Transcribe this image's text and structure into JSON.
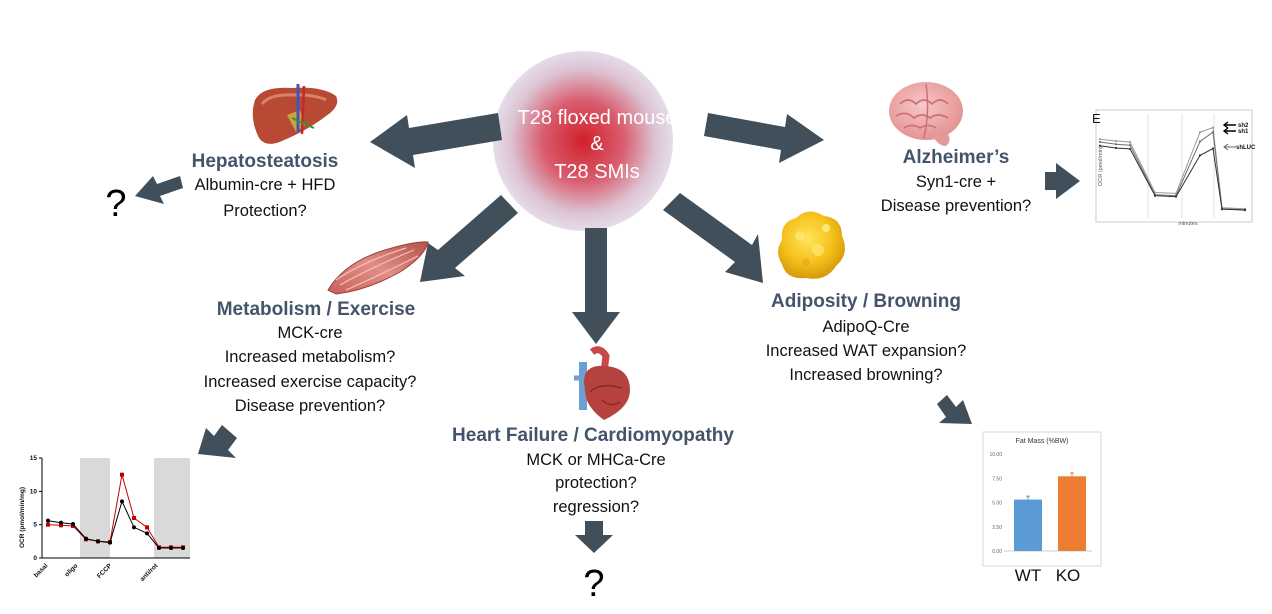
{
  "center": {
    "line1": "T28 floxed mouse",
    "line2": "&",
    "line3": "T28 SMIs"
  },
  "nodes": {
    "hepato": {
      "title": "Hepatosteatosis",
      "lines": [
        "Albumin-cre + HFD",
        "Protection?"
      ],
      "outcome": "?"
    },
    "alz": {
      "title": "Alzheimer’s",
      "lines": [
        "Syn1-cre +",
        "Disease prevention?"
      ]
    },
    "metab": {
      "title": "Metabolism / Exercise",
      "lines": [
        "MCK-cre",
        "Increased metabolism?",
        "Increased exercise capacity?",
        "Disease prevention?"
      ]
    },
    "heart": {
      "title": "Heart Failure / Cardiomyopathy",
      "lines": [
        "MCK or MHCa-Cre",
        "protection?",
        "regression?"
      ],
      "outcome": "?"
    },
    "adipo": {
      "title": "Adiposity / Browning",
      "lines": [
        "AdipoQ-Cre",
        "Increased WAT expansion?",
        "Increased browning?"
      ]
    }
  },
  "colors": {
    "arrow": "#404f5a",
    "title": "#44546a",
    "center_core": "#d1202a",
    "center_edge": "#e8e0ec",
    "wt_bar": "#5b9bd5",
    "ko_bar": "#ed7d31"
  },
  "icons": [
    "liver-icon",
    "brain-icon",
    "muscle-icon",
    "heart-icon",
    "fat-tissue-icon"
  ],
  "chart_data": [
    {
      "type": "bar",
      "title": "Fat Mass (%BW)",
      "categories": [
        "WT",
        "KO"
      ],
      "values": [
        5.3,
        7.7
      ],
      "errors": [
        0.35,
        0.35
      ],
      "ylim": [
        0,
        10
      ],
      "yticks": [
        "10.00",
        "7.50",
        "5.00",
        "2.50",
        "0.00"
      ],
      "xlabel": "",
      "ylabel": ""
    },
    {
      "type": "line",
      "panel_label": "E",
      "ylabel": "OCR (pmol/min)",
      "xlabel": "minutes",
      "legend": [
        "sh2",
        "sh1",
        "shLUC"
      ],
      "series": [
        {
          "name": "sh2",
          "values": [
            17,
            16.6,
            16.4,
            5.5,
            5.3,
            18.5,
            19.5,
            2.2,
            2.0
          ]
        },
        {
          "name": "sh1",
          "values": [
            16.4,
            15.9,
            15.7,
            5.0,
            4.8,
            16.5,
            18.5,
            2.0,
            1.8
          ]
        },
        {
          "name": "shLUC",
          "values": [
            15.6,
            15.1,
            14.9,
            4.8,
            4.6,
            13.5,
            15.0,
            1.9,
            1.7
          ]
        }
      ]
    },
    {
      "type": "line",
      "ylabel": "OCR (pmol/min/mg)",
      "xticks": [
        "basal",
        "oligo",
        "FCCP",
        "anti/rot"
      ],
      "yticks": [
        "15",
        "10",
        "5",
        "0"
      ],
      "ylim": [
        0,
        15
      ],
      "series": [
        {
          "color": "#c00000",
          "values": [
            5.0,
            4.9,
            4.8,
            2.8,
            2.5,
            2.4,
            12.5,
            6.0,
            4.6,
            1.6,
            1.6,
            1.6
          ]
        },
        {
          "color": "#000000",
          "values": [
            5.6,
            5.3,
            5.1,
            2.9,
            2.5,
            2.3,
            8.5,
            4.6,
            3.7,
            1.5,
            1.5,
            1.5
          ]
        }
      ]
    }
  ]
}
